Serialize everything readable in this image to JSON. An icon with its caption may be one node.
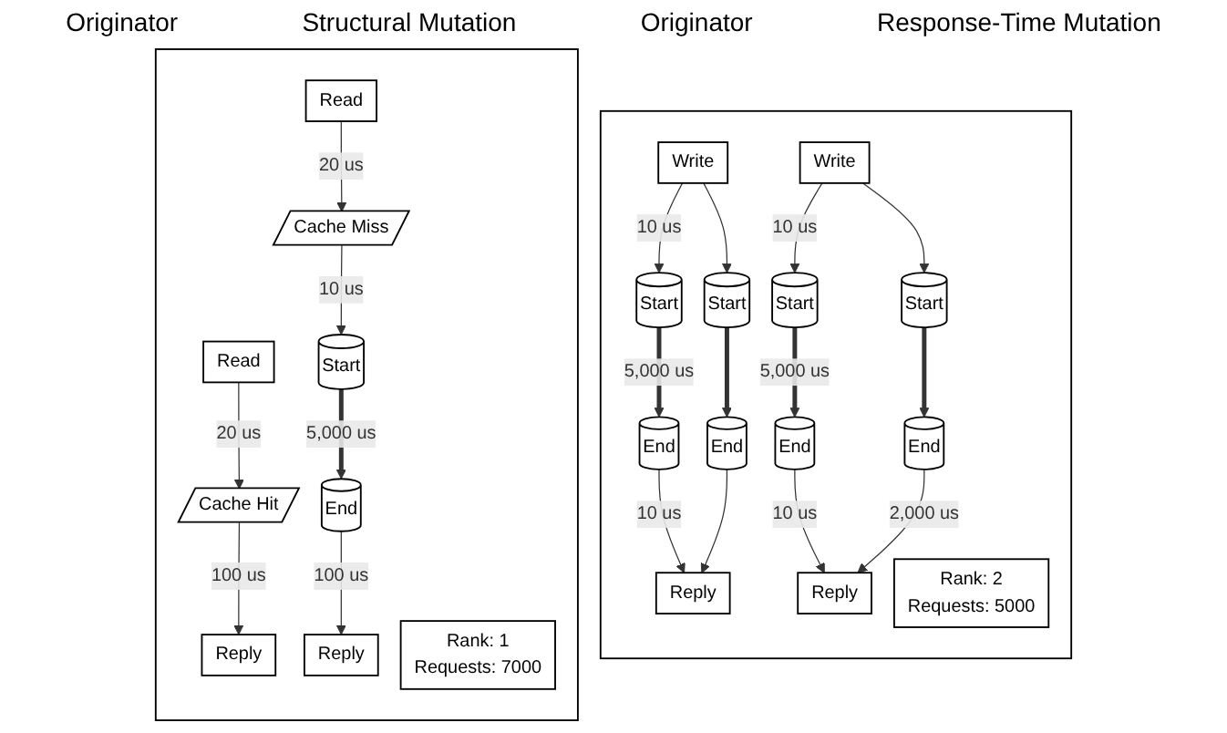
{
  "diagram": {
    "nodes": [
      {
        "text": [],
        "shape": "box"
      },
      {
        "text": [
          "Read"
        ],
        "in": 0
      },
      {
        "text": [
          "Cache Hit"
        ],
        "in": 0
      },
      {
        "text": [
          "Reply"
        ],
        "in": 0
      },
      {
        "text": [
          "Read"
        ],
        "in": 0
      },
      {
        "text": [
          "Cache Miss"
        ],
        "in": 0
      },
      {
        "text": [
          "Start"
        ],
        "in": 0
      },
      {
        "text": [
          "End"
        ],
        "in": 0
      },
      {
        "text": [
          "Reply"
        ],
        "in": 0
      },
      {
        "text": [
          "Rank: 1",
          "Requests: 7000"
        ],
        "in": 0
      },
      {
        "text": [],
        "shape": "box"
      },
      {
        "text": [
          "Write"
        ],
        "in": 10
      },
      {
        "text": [
          "Start"
        ],
        "in": 10
      },
      {
        "text": [
          "Start"
        ],
        "in": 10
      },
      {
        "text": [
          "End"
        ],
        "in": 10
      },
      {
        "text": [
          "End"
        ],
        "in": 10
      },
      {
        "text": [
          "Reply"
        ],
        "in": 10
      },
      {
        "text": [
          "Write"
        ],
        "in": 10
      },
      {
        "text": [
          "Start"
        ],
        "in": 10
      },
      {
        "text": [
          "Start"
        ],
        "in": 10
      },
      {
        "text": [
          "End"
        ],
        "in": 10
      },
      {
        "text": [
          "End"
        ],
        "in": 10
      },
      {
        "text": [
          "Reply"
        ],
        "in": 10
      },
      {
        "text": [
          "Rank: 2",
          "Requests: 5000"
        ],
        "in": 10
      }
    ],
    "edges": [
      {
        "from": 1,
        "to": 2,
        "arrow": "to",
        "label": "20 us"
      },
      {
        "from": 2,
        "to": 3,
        "arrow": "to",
        "label": "100 us"
      },
      {
        "from": 4,
        "to": 5,
        "arrow": "to",
        "label": "20 us"
      },
      {
        "from": 5,
        "to": 6,
        "arrow": "to",
        "label": "10 us"
      },
      {
        "from": 6,
        "to": 7,
        "arrow": "to",
        "label": "5,000 us",
        "style": "thick"
      },
      {
        "from": 7,
        "to": 8,
        "arrow": "to",
        "label": "100 us"
      },
      {
        "from": 11,
        "to": 12,
        "arrow": "to",
        "label": "10 us"
      },
      {
        "from": 11,
        "to": 13,
        "arrow": "to"
      },
      {
        "from": 12,
        "to": 14,
        "arrow": "to",
        "label": "5,000 us",
        "style": "thick"
      },
      {
        "from": 13,
        "to": 15,
        "arrow": "to",
        "style": "thick"
      },
      {
        "from": 14,
        "to": 16,
        "arrow": "to",
        "label": "10 us"
      },
      {
        "from": 15,
        "to": 16,
        "arrow": "to"
      },
      {
        "from": 17,
        "to": 18,
        "arrow": "to",
        "label": "10 us"
      },
      {
        "from": 17,
        "to": 19,
        "arrow": "to"
      },
      {
        "from": 18,
        "to": 20,
        "arrow": "to",
        "label": "5,000 us",
        "style": "thick"
      },
      {
        "from": 19,
        "to": 21,
        "arrow": "to",
        "style": "thick"
      },
      {
        "from": 20,
        "to": 22,
        "arrow": "to",
        "label": "10 us"
      },
      {
        "from": 21,
        "to": 22,
        "arrow": "to",
        "label": "2,000 us"
      }
    ],
    "labels": [
      "Originator",
      "Structural Mutation",
      "Originator",
      "Response-Time Mutation"
    ]
  }
}
